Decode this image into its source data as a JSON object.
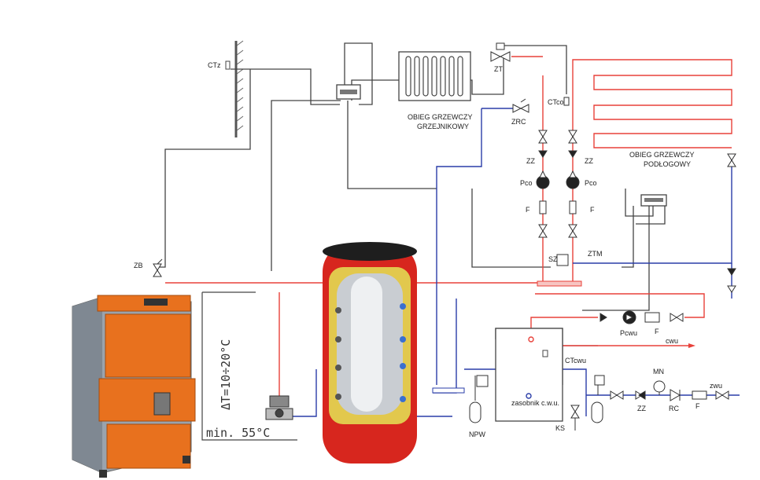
{
  "labels": {
    "ctz": "CTz",
    "zt": "ZT",
    "ctco": "CTco",
    "zrc": "ZRC",
    "radiator_circuit_1": "OBIEG GRZEWCZY",
    "radiator_circuit_2": "GRZEJNIKOWY",
    "floor_circuit_1": "OBIEG GRZEWCZY",
    "floor_circuit_2": "PODŁOGOWY",
    "zz_left": "ZZ",
    "zz_right": "ZZ",
    "pco_left": "Pco",
    "pco_right": "Pco",
    "f_left": "F",
    "f_right": "F",
    "sz": "SZ",
    "ztm": "ZTM",
    "zb": "ZB",
    "delta_t": "ΔT=10÷20°C",
    "min_temp": "min. 55°C",
    "pcwu": "Pcwu",
    "f_cwu": "F",
    "cwu": "cwu",
    "ctcwu": "CTcwu",
    "zasobnik": "zasobnik c.w.u.",
    "npw": "NPW",
    "ks": "KS",
    "mn": "MN",
    "zz_bottom": "ZZ",
    "rc": "RC",
    "f_bottom": "F",
    "zwu": "zwu"
  },
  "colors": {
    "supply": "#e8413a",
    "return": "#2a3da8",
    "control": "#444444",
    "boiler_orange": "#e8711e",
    "tank_red": "#d7261e"
  }
}
